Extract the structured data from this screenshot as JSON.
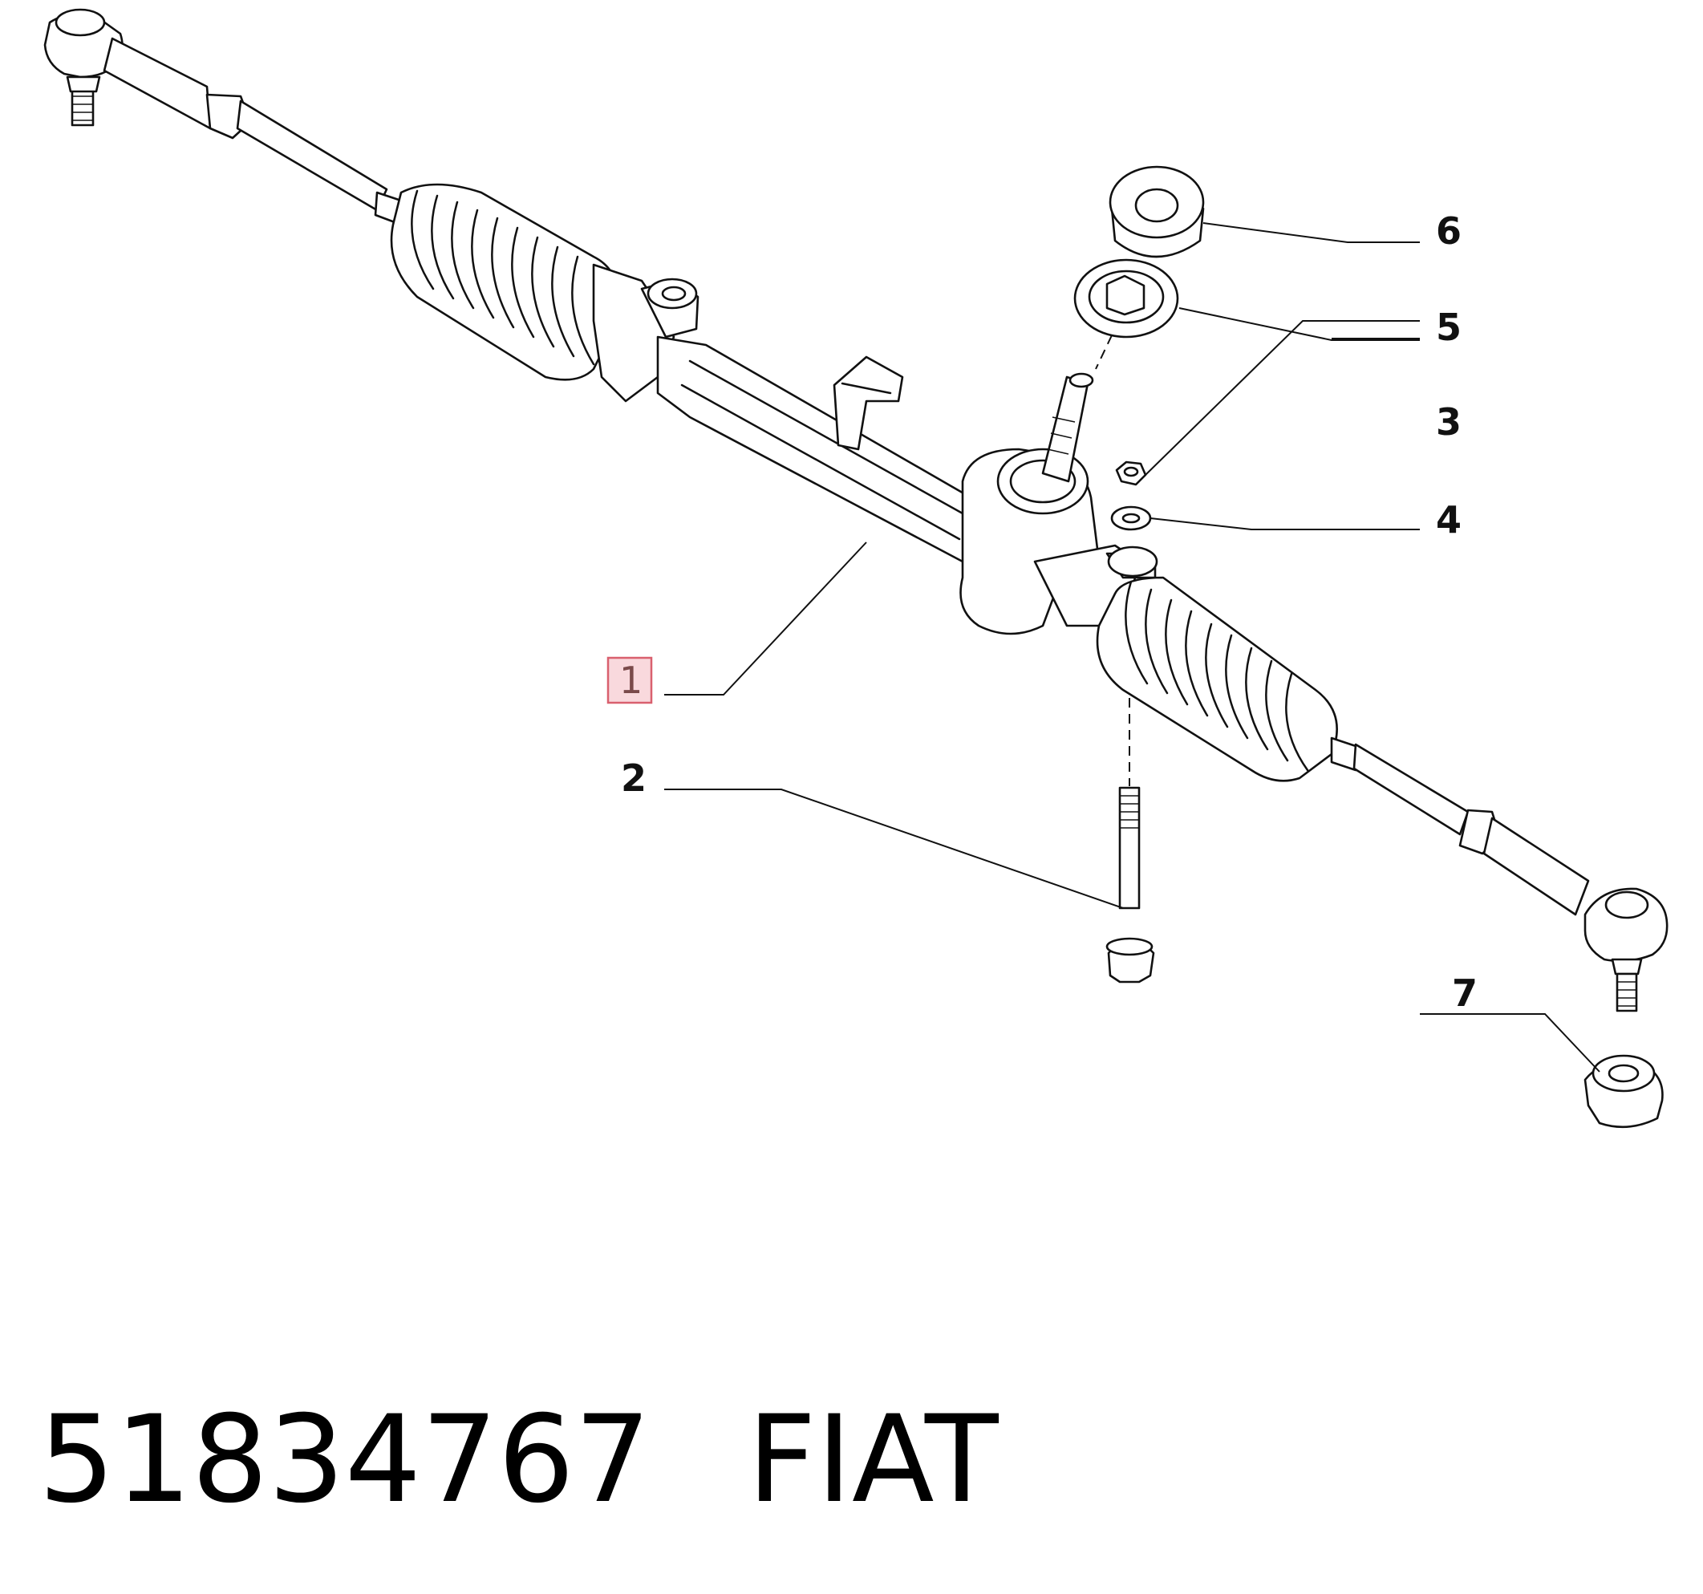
{
  "callouts": [
    {
      "id": "1",
      "label": "1",
      "highlighted": true
    },
    {
      "id": "2",
      "label": "2",
      "highlighted": false
    },
    {
      "id": "3",
      "label": "3",
      "highlighted": false
    },
    {
      "id": "4",
      "label": "4",
      "highlighted": false
    },
    {
      "id": "5",
      "label": "5",
      "highlighted": false
    },
    {
      "id": "6",
      "label": "6",
      "highlighted": false
    },
    {
      "id": "7",
      "label": "7",
      "highlighted": false
    }
  ],
  "highlight_colors": {
    "fill": "#f9d9dd",
    "stroke": "#d9606e"
  },
  "footer": {
    "part_number": "51834767",
    "brand": "FIAT"
  }
}
